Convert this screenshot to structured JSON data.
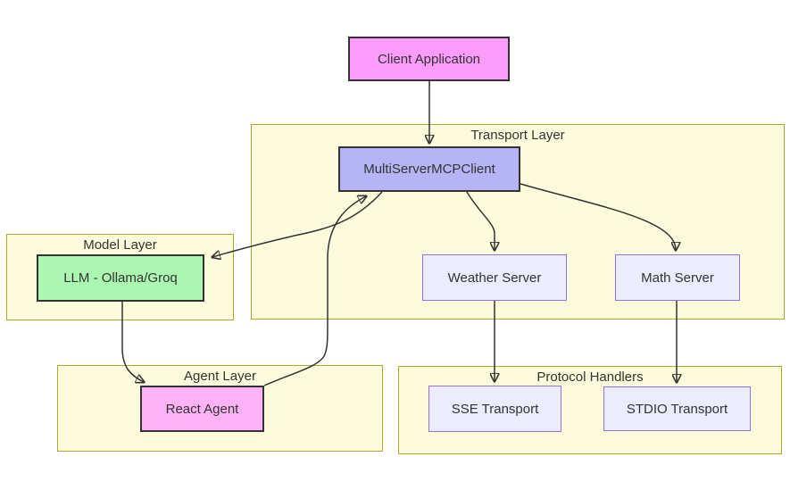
{
  "diagram": {
    "type": "flowchart",
    "containers": {
      "transport_layer": {
        "label": "Transport Layer"
      },
      "model_layer": {
        "label": "Model Layer"
      },
      "agent_layer": {
        "label": "Agent Layer"
      },
      "protocol_handlers": {
        "label": "Protocol Handlers"
      }
    },
    "nodes": {
      "client_application": {
        "label": "Client Application",
        "fill": "#fc9cfc",
        "border": "#333333"
      },
      "multi_server_mcp_client": {
        "label": "MultiServerMCPClient",
        "fill": "#b5b5f5",
        "border": "#333333",
        "container": "transport_layer"
      },
      "weather_server": {
        "label": "Weather Server",
        "fill": "#ececff",
        "border": "#9370db",
        "container": "transport_layer"
      },
      "math_server": {
        "label": "Math Server",
        "fill": "#ececff",
        "border": "#9370db",
        "container": "transport_layer"
      },
      "llm": {
        "label": "LLM - Ollama/Groq",
        "fill": "#abf7b1",
        "border": "#333333",
        "container": "model_layer"
      },
      "react_agent": {
        "label": "React Agent",
        "fill": "#ffb3f7",
        "border": "#333333",
        "container": "agent_layer"
      },
      "sse_transport": {
        "label": "SSE Transport",
        "fill": "#ececff",
        "border": "#9370db",
        "container": "protocol_handlers"
      },
      "stdio_transport": {
        "label": "STDIO Transport",
        "fill": "#ececff",
        "border": "#9370db",
        "container": "protocol_handlers"
      }
    },
    "edges": [
      {
        "from": "client_application",
        "to": "multi_server_mcp_client"
      },
      {
        "from": "multi_server_mcp_client",
        "to": "weather_server"
      },
      {
        "from": "multi_server_mcp_client",
        "to": "math_server"
      },
      {
        "from": "multi_server_mcp_client",
        "to": "llm"
      },
      {
        "from": "llm",
        "to": "react_agent"
      },
      {
        "from": "react_agent",
        "to": "multi_server_mcp_client"
      },
      {
        "from": "weather_server",
        "to": "sse_transport"
      },
      {
        "from": "math_server",
        "to": "stdio_transport"
      }
    ],
    "colors": {
      "container_fill": "#fcfcdc",
      "container_border": "#aaaa33",
      "edge_stroke": "#333333",
      "text": "#333333",
      "background": "#ffffff"
    }
  }
}
